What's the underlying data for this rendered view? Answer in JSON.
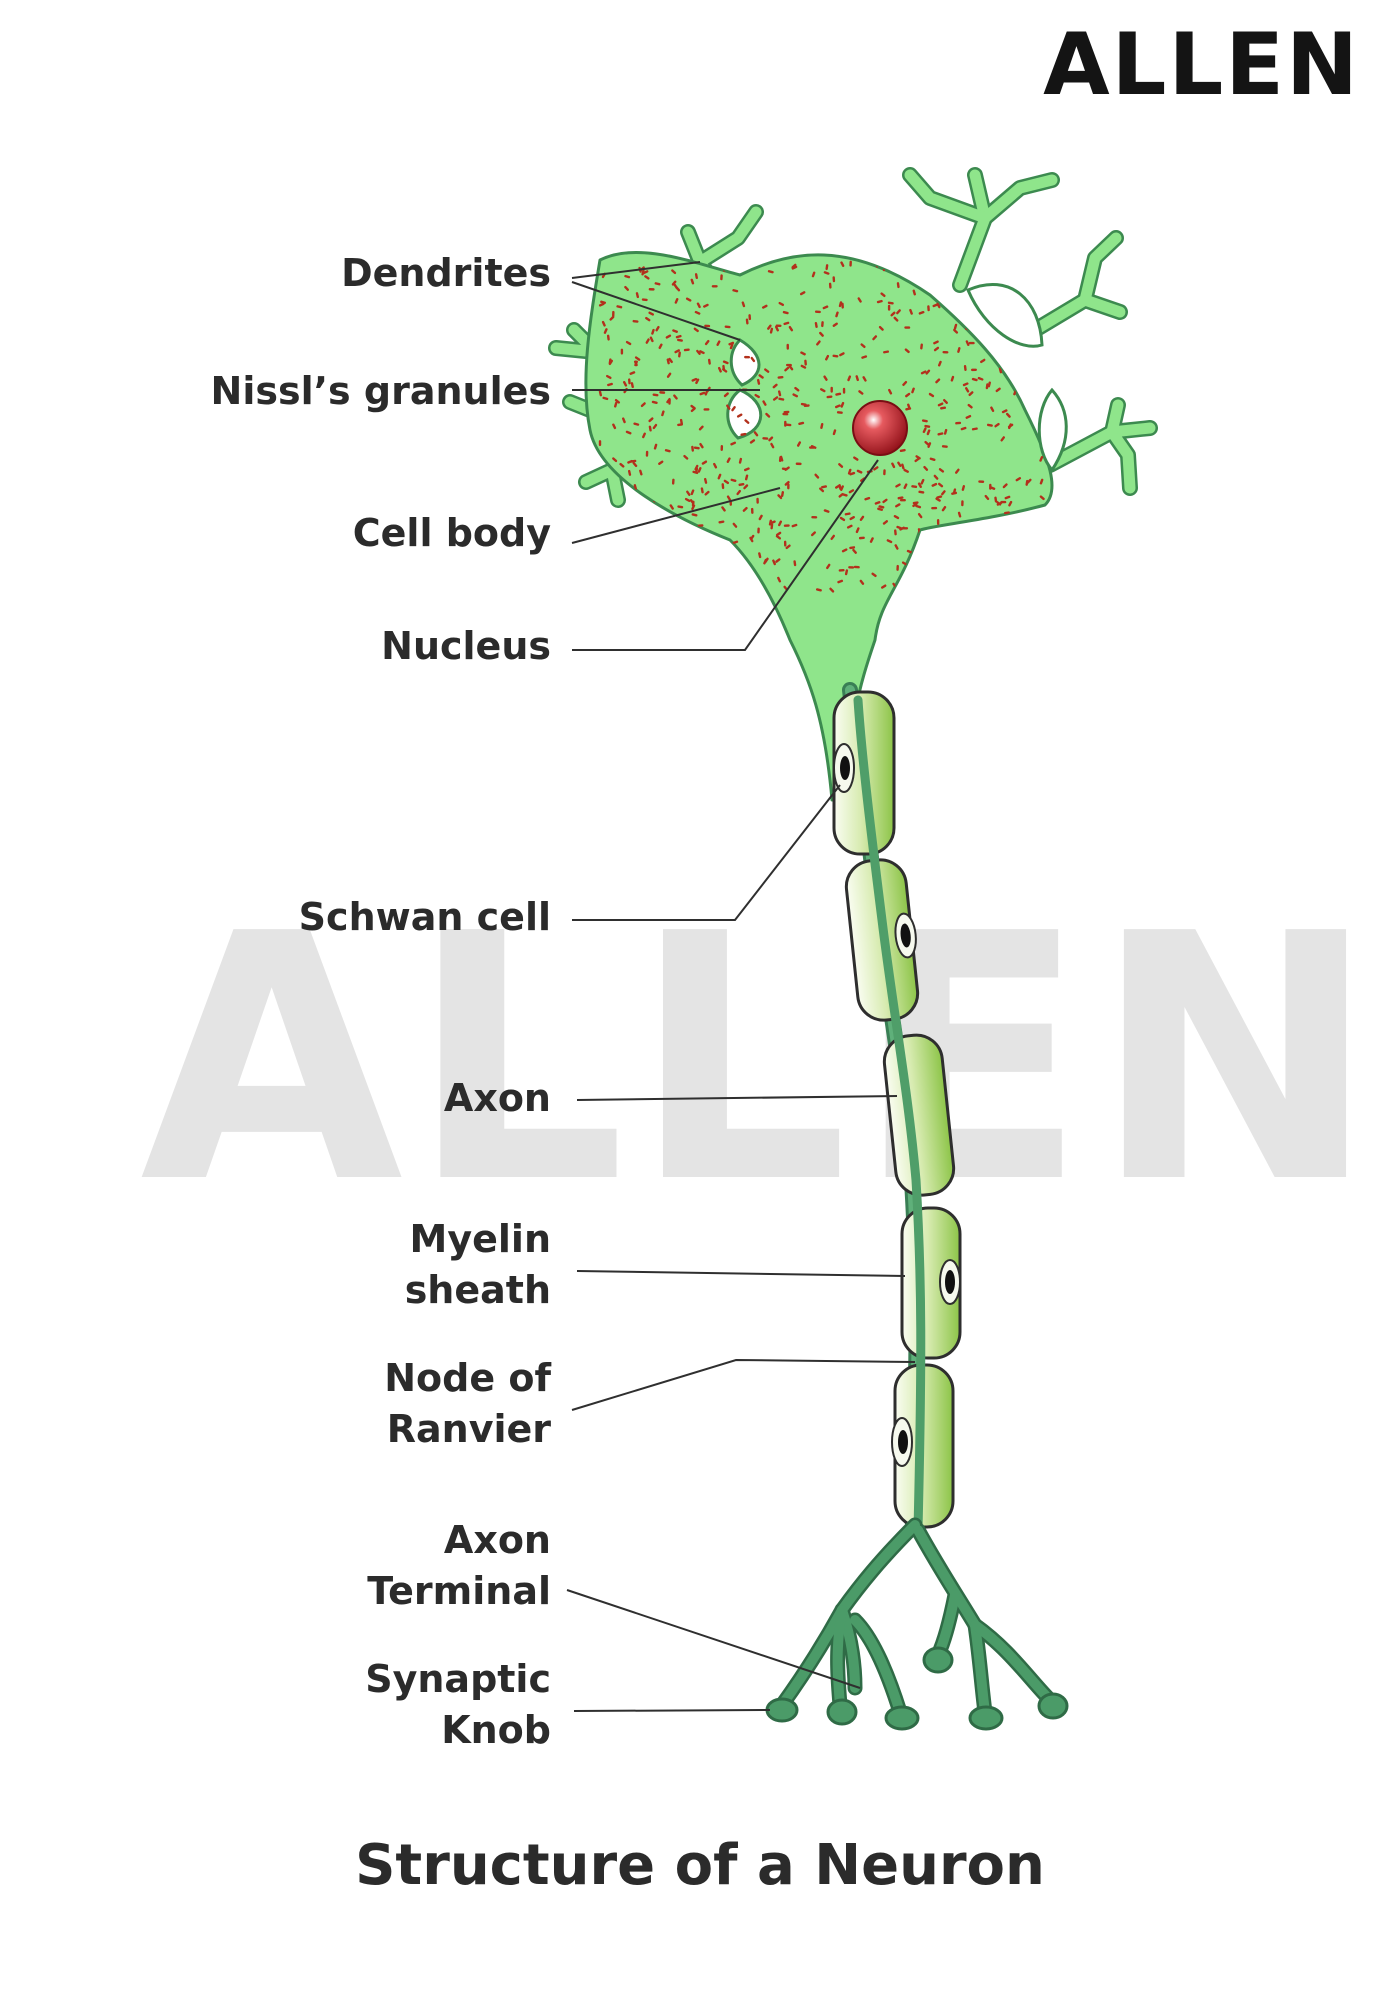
{
  "logo": "ALLEN",
  "watermark": "ALLEN",
  "title": "Structure of a Neuron",
  "labels": {
    "dendrites": "Dendrites",
    "nissl": "Nissl’s granules",
    "cell_body": "Cell body",
    "nucleus": "Nucleus",
    "schwan": "Schwan cell",
    "axon": "Axon",
    "myelin_1": "Myelin",
    "myelin_2": "sheath",
    "node_1": "Node of",
    "node_2": "Ranvier",
    "terminal_1": "Axon",
    "terminal_2": "Terminal",
    "knob_1": "Synaptic",
    "knob_2": "Knob"
  },
  "colors": {
    "cell_fill": "#8fe58b",
    "cell_stroke": "#3c8a4f",
    "granule": "#b3301c",
    "nucleus": "#c21a24",
    "axon": "#4f9e69",
    "schwann_light": "#f2f8e4",
    "schwann_dark": "#97c94e",
    "terminal": "#4b9b68",
    "leader": "#2f2f2f",
    "text": "#2b2b2b",
    "watermark": "#e4e4e4"
  }
}
